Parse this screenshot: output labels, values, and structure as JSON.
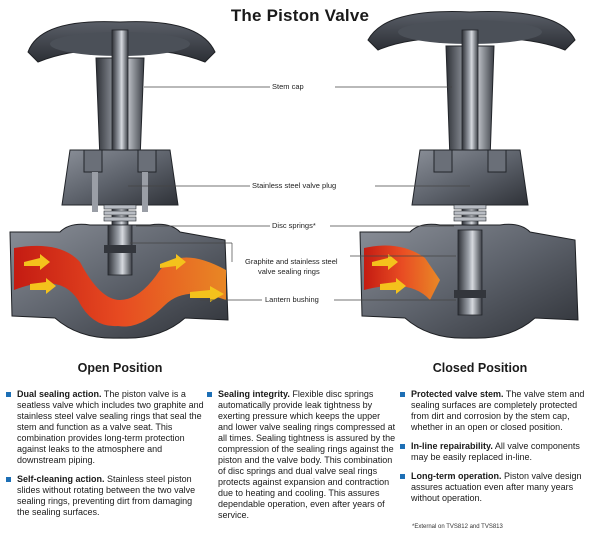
{
  "title": "The Piston Valve",
  "labels": {
    "stem_cap": "Stem cap",
    "valve_plug": "Stainless steel valve plug",
    "disc_springs": "Disc springs*",
    "sealing_rings_1": "Graphite and stainless steel",
    "sealing_rings_2": "valve sealing rings",
    "lantern_bushing": "Lantern bushing"
  },
  "positions": {
    "open": "Open Position",
    "closed": "Closed Position"
  },
  "columns": [
    {
      "items": [
        {
          "title": "Dual sealing action.",
          "text": "The piston valve is a seatless valve which includes two graphite and stainless steel valve sealing rings that seal the stem and function as a valve seat. This combination provides long-term protection against leaks to the atmosphere and downstream piping."
        },
        {
          "title": "Self-cleaning action.",
          "text": "Stainless steel piston slides without rotating between the two valve sealing rings, preventing dirt from damaging the sealing surfaces."
        }
      ]
    },
    {
      "items": [
        {
          "title": "Sealing integrity.",
          "text": "Flexible disc springs automatically provide leak tightness by exerting pressure which keeps the upper and lower valve sealing rings compressed at all times. Sealing tightness is assured by the compression of the sealing rings against the piston and the valve body. This combination of disc springs and dual valve seal rings protects against expansion and contraction due to heating and cooling. This assures dependable operation, even after years of service."
        }
      ]
    },
    {
      "items": [
        {
          "title": "Protected valve stem.",
          "text": "The valve stem and sealing surfaces are completely protected from dirt and corrosion by the stem cap, whether in an open or closed position."
        },
        {
          "title": "In-line repairability.",
          "text": "All valve components may be easily replaced in-line."
        },
        {
          "title": "Long-term operation.",
          "text": "Piston valve design assures actuation even after many years without operation."
        }
      ]
    }
  ],
  "footnote": "*External on TVS812 and TVS813",
  "colors": {
    "bullet": "#1d6fb5",
    "steel_dark": "#3a3d44",
    "steel_light": "#c9ccd2",
    "flow_red": "#e2321b",
    "flow_yellow": "#f4c21c"
  }
}
